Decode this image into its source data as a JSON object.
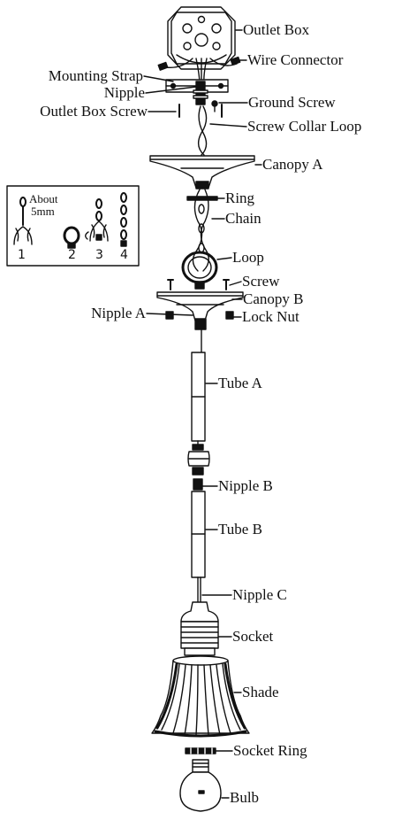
{
  "labels": {
    "outlet_box": "Outlet Box",
    "wire_connector": "Wire Connector",
    "mounting_strap": "Mounting Strap",
    "nipple": "Nipple",
    "ground_screw": "Ground Screw",
    "outlet_box_screw": "Outlet Box Screw",
    "screw_collar_loop": "Screw Collar Loop",
    "canopy_a": "Canopy A",
    "ring": "Ring",
    "chain": "Chain",
    "loop": "Loop",
    "screw": "Screw",
    "canopy_b": "Canopy B",
    "nipple_a": "Nipple A",
    "lock_nut": "Lock Nut",
    "tube_a": "Tube A",
    "nipple_b": "Nipple B",
    "tube_b": "Tube B",
    "nipple_c": "Nipple C",
    "socket": "Socket",
    "shade": "Shade",
    "socket_ring": "Socket Ring",
    "bulb": "Bulb"
  },
  "inset": {
    "about_line1": "About",
    "about_line2": "5mm",
    "steps": [
      "1",
      "2",
      "3",
      "4"
    ]
  },
  "colors": {
    "ink": "#111111",
    "background": "#ffffff"
  }
}
